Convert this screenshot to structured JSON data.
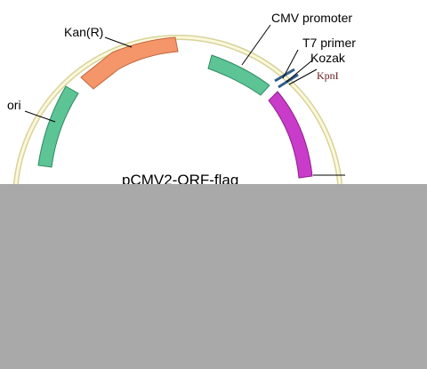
{
  "plasmid": {
    "name": "pCMV2-ORF-flag"
  },
  "features": {
    "kan_r": {
      "label": "Kan(R)",
      "color": "#f4956a"
    },
    "ori": {
      "label": "ori",
      "color": "#5cc495"
    },
    "cmv_promoter": {
      "label": "CMV promoter",
      "color": "#5cc495"
    },
    "t7_primer": {
      "label": "T7 primer",
      "color": "#2e5d8a"
    },
    "kozak": {
      "label": "Kozak"
    },
    "orf": {
      "color": "#c93cc9"
    }
  },
  "sites": {
    "kpn1": {
      "label": "KpnI",
      "color": "#6b1b1b"
    }
  },
  "colors": {
    "backbone": "#e9e4a8",
    "occluder": "#a9a9a9"
  }
}
